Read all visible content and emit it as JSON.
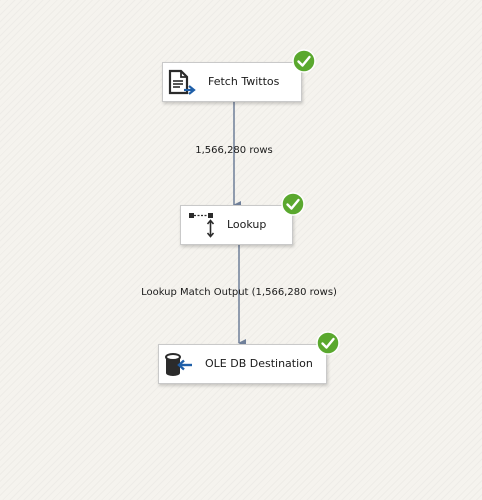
{
  "canvas": {
    "components": [
      {
        "id": "fetch",
        "label": "Fetch Twittos",
        "icon": "source-document-icon",
        "status": "success"
      },
      {
        "id": "lookup",
        "label": "Lookup",
        "icon": "lookup-transform-icon",
        "status": "success"
      },
      {
        "id": "destination",
        "label": "OLE DB Destination",
        "icon": "database-destination-icon",
        "status": "success"
      }
    ],
    "paths": [
      {
        "from": "fetch",
        "to": "lookup",
        "label": "1,566,280 rows"
      },
      {
        "from": "lookup",
        "to": "destination",
        "label": "Lookup Match Output (1,566,280 rows)"
      }
    ]
  },
  "colors": {
    "success": "#5aa82e",
    "connector": "#6f7f99",
    "icon_dark": "#2b2b2b",
    "icon_blue": "#1f5fa8"
  }
}
